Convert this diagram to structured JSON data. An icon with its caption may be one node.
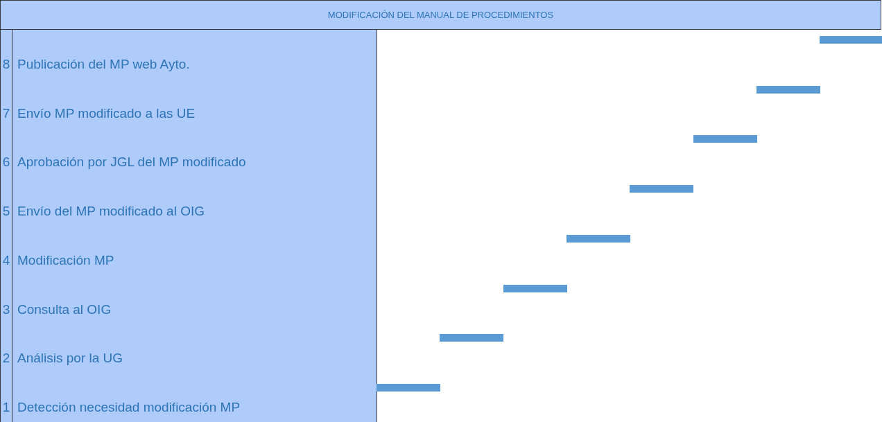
{
  "diagram": {
    "title": "MODIFICACIÓN DEL MANUAL DE PROCEDIMIENTOS",
    "nodes": [
      {
        "text": [
          "8",
          "Publicación del MP web Ayto."
        ]
      },
      {
        "text": [
          "7",
          "Envío MP modificado a las UE"
        ]
      },
      {
        "text": [
          "6",
          "Aprobación por JGL del MP modificado"
        ]
      },
      {
        "text": [
          "5",
          "Envío del MP modificado al OIG"
        ]
      },
      {
        "text": [
          "4",
          "Modificación MP"
        ]
      },
      {
        "text": [
          "3",
          "Consulta al OIG"
        ]
      },
      {
        "text": [
          "2",
          "Análisis por la UG"
        ]
      },
      {
        "text": [
          "1",
          "Detección necesidad modificación MP"
        ]
      }
    ]
  }
}
